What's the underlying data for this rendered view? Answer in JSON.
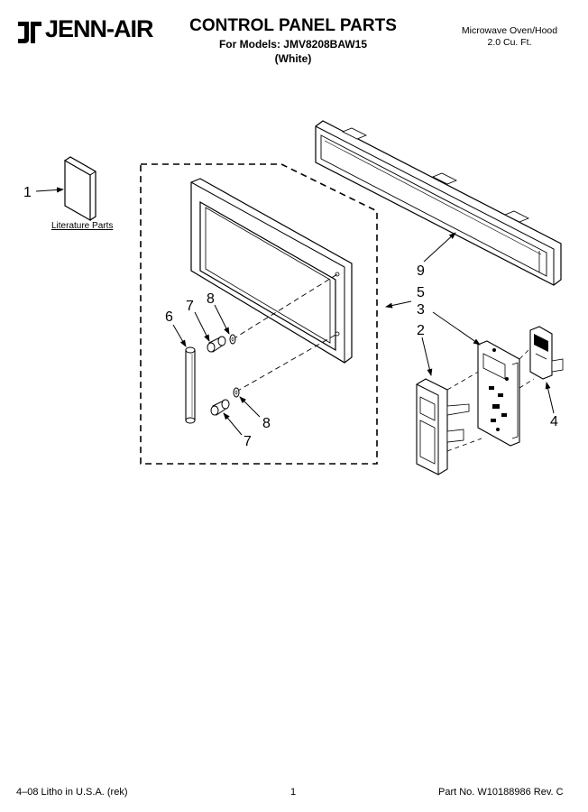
{
  "header": {
    "brand": "JENN-AIR",
    "title": "CONTROL PANEL PARTS",
    "models": "For Models: JMV8208BAW15",
    "color": "(White)",
    "product_line1": "Microwave Oven/Hood",
    "product_line2": "2.0 Cu. Ft."
  },
  "labels": {
    "literature": "Literature Parts"
  },
  "callouts": {
    "c1": "1",
    "c2": "2",
    "c3": "3",
    "c4": "4",
    "c5": "5",
    "c6": "6",
    "c7a": "7",
    "c7b": "7",
    "c8a": "8",
    "c8b": "8",
    "c9": "9"
  },
  "footer": {
    "litho": "4–08 Litho in U.S.A. (rek)",
    "page": "1",
    "part_no": "Part No. W10188986 Rev. C"
  }
}
